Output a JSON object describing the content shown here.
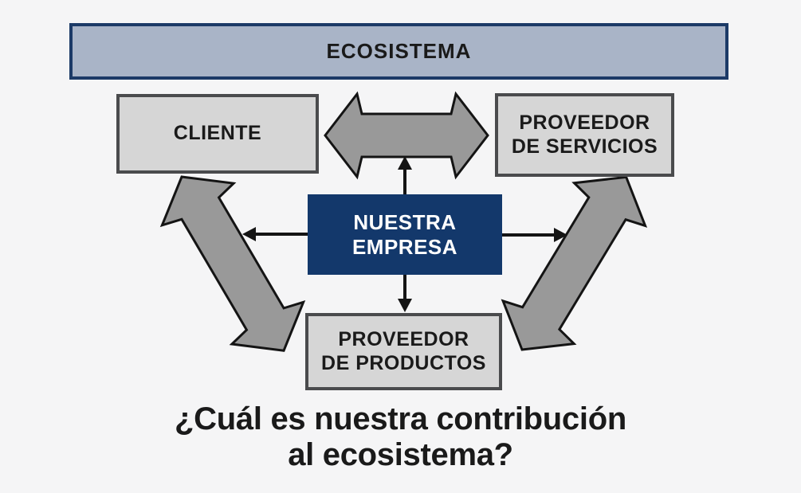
{
  "colors": {
    "background": "#f5f5f6",
    "banner_fill": "#a9b4c7",
    "banner_border": "#1c3a67",
    "box_fill": "#d6d6d6",
    "box_border": "#4a4b4d",
    "navy": "#13386b",
    "arrow_fill": "#999999",
    "arrow_stroke": "#141414",
    "text": "#1a1a1a",
    "white": "#ffffff"
  },
  "banner": {
    "label": "ECOSISTEMA"
  },
  "nodes": {
    "cliente": {
      "label": "CLIENTE"
    },
    "proveedor_servicios": {
      "label": "PROVEEDOR\nDE SERVICIOS"
    },
    "nuestra_empresa": {
      "label": "NUESTRA\nEMPRESA"
    },
    "proveedor_productos": {
      "label": "PROVEEDOR\nDE PRODUCTOS"
    }
  },
  "question": {
    "label": "¿Cuál es nuestra contribución\nal ecosistema?"
  }
}
